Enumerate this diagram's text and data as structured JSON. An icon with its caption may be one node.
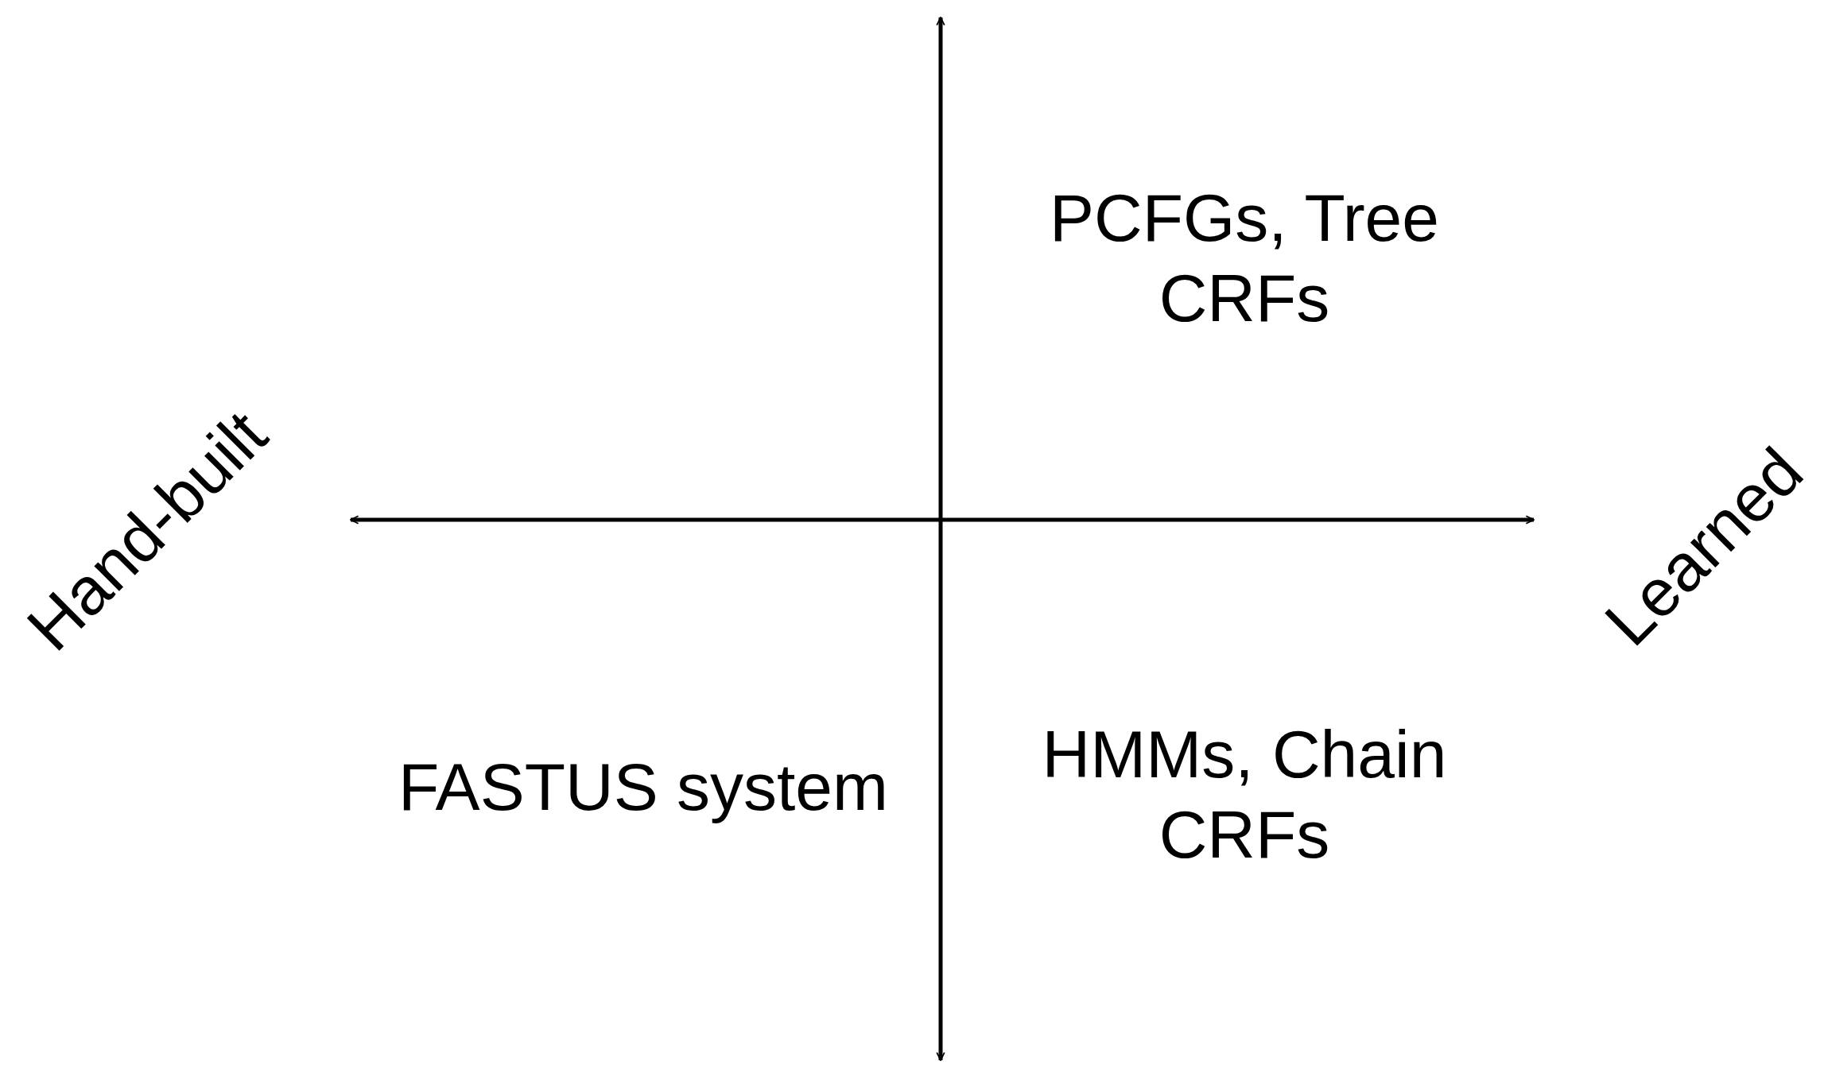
{
  "diagram": {
    "labels": [
      "PCFGs, Tree CRFs",
      "Hand-built",
      "Learned",
      "FASTUS system",
      "HMMs, Chain CRFs"
    ]
  }
}
